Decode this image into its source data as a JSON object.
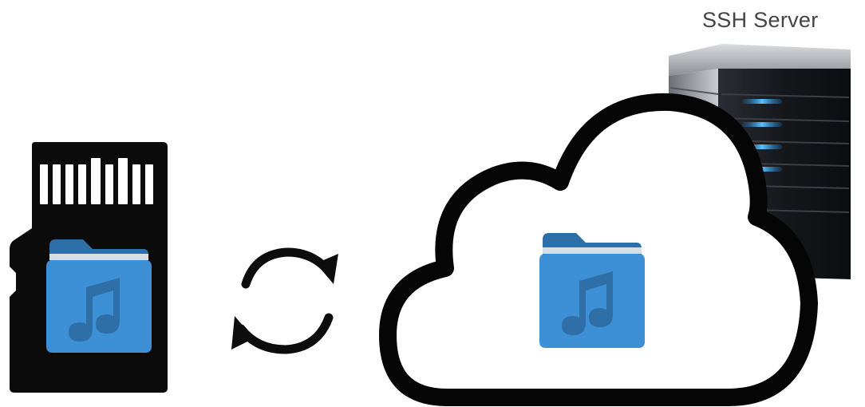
{
  "diagram": {
    "server_label": "SSH Server",
    "nodes": [
      {
        "id": "sd-card",
        "icon": "sd-card-icon",
        "contains": "music-folder-icon"
      },
      {
        "id": "sync",
        "icon": "sync-arrows-icon"
      },
      {
        "id": "cloud",
        "icon": "cloud-icon",
        "contains": "music-folder-icon"
      },
      {
        "id": "server",
        "icon": "server-tower-icon"
      }
    ],
    "colors": {
      "folder_blue": "#3d8fd6",
      "folder_dark": "#2f6fa8",
      "outline": "#0b0b0b",
      "server_light": "#4fb6ff"
    }
  }
}
